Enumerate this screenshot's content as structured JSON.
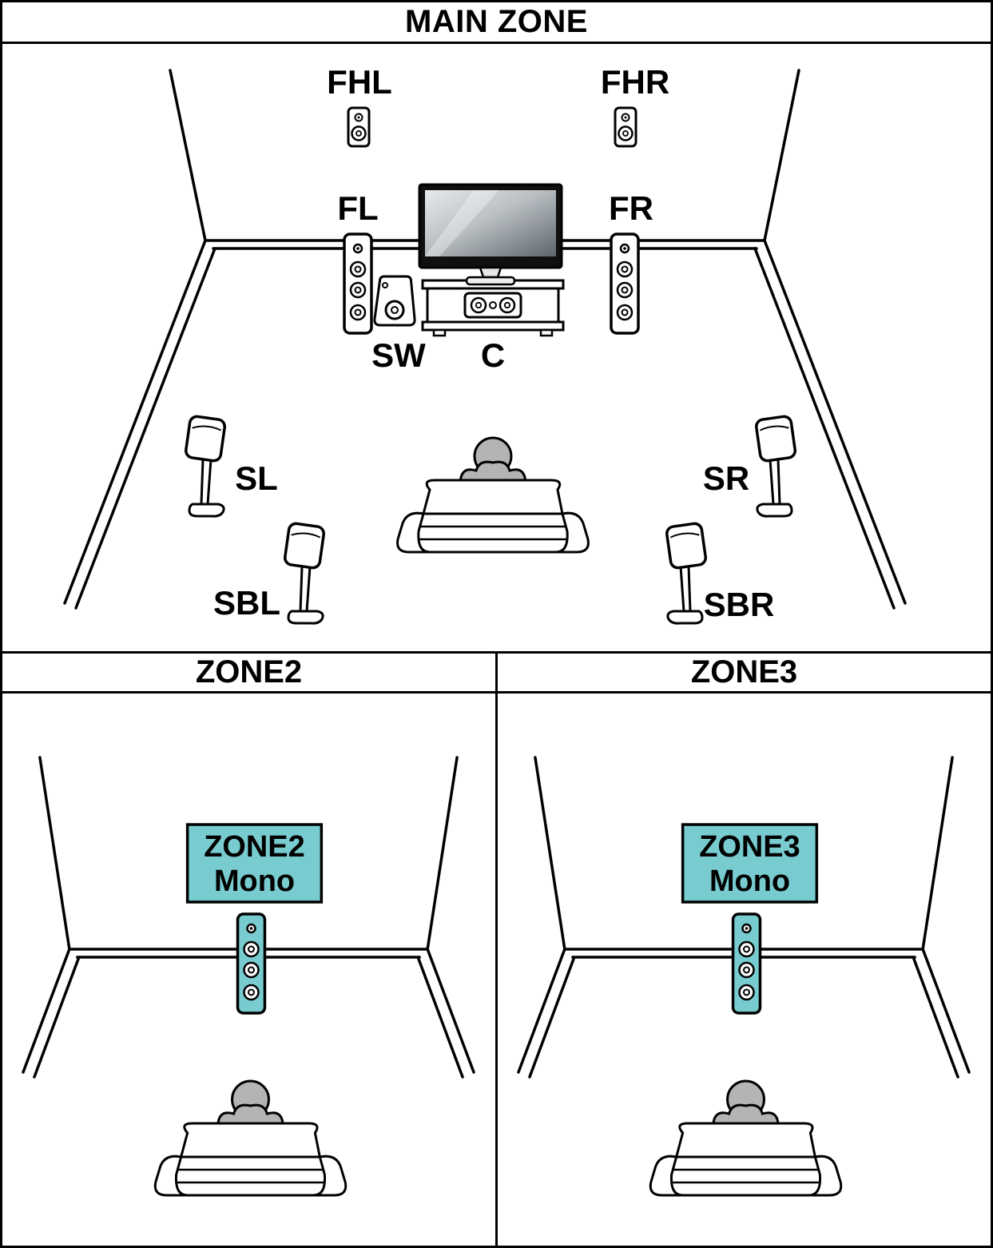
{
  "colors": {
    "highlight": "#78CCD0"
  },
  "main_zone": {
    "title": "MAIN ZONE",
    "labels": {
      "fhl": "FHL",
      "fhr": "FHR",
      "fl": "FL",
      "fr": "FR",
      "sw": "SW",
      "c": "C",
      "sl": "SL",
      "sr": "SR",
      "sbl": "SBL",
      "sbr": "SBR"
    }
  },
  "zone2": {
    "title": "ZONE2",
    "box_line1": "ZONE2",
    "box_line2": "Mono"
  },
  "zone3": {
    "title": "ZONE3",
    "box_line1": "ZONE3",
    "box_line2": "Mono"
  }
}
